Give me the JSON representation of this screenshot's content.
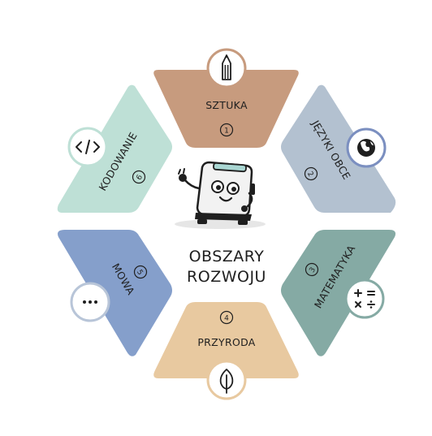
{
  "center": {
    "line1": "OBSZARY",
    "line2": "ROZWOJU"
  },
  "segments": [
    {
      "id": "sztuka",
      "label": "SZTUKA",
      "number": "1",
      "color": "#c79b7e",
      "icon": "pencil-icon"
    },
    {
      "id": "jezyki",
      "label": "JĘZYKI OBCE",
      "number": "2",
      "color": "#b3c1d0",
      "icon": "globe-icon"
    },
    {
      "id": "matematyka",
      "label": "MATEMATYKA",
      "number": "3",
      "color": "#85aaa4",
      "icon": "math-operators-icon"
    },
    {
      "id": "przyroda",
      "label": "PRZYRODA",
      "number": "4",
      "color": "#e8c9a0",
      "icon": "leaf-icon"
    },
    {
      "id": "mowa",
      "label": "MOWA",
      "number": "5",
      "color": "#859fcb",
      "icon": "ellipsis-icon"
    },
    {
      "id": "kodowanie",
      "label": "KODOWANIE",
      "number": "6",
      "color": "#bee0d6",
      "icon": "code-icon"
    }
  ],
  "mascot": {
    "icon": "toaster-robot-icon"
  }
}
